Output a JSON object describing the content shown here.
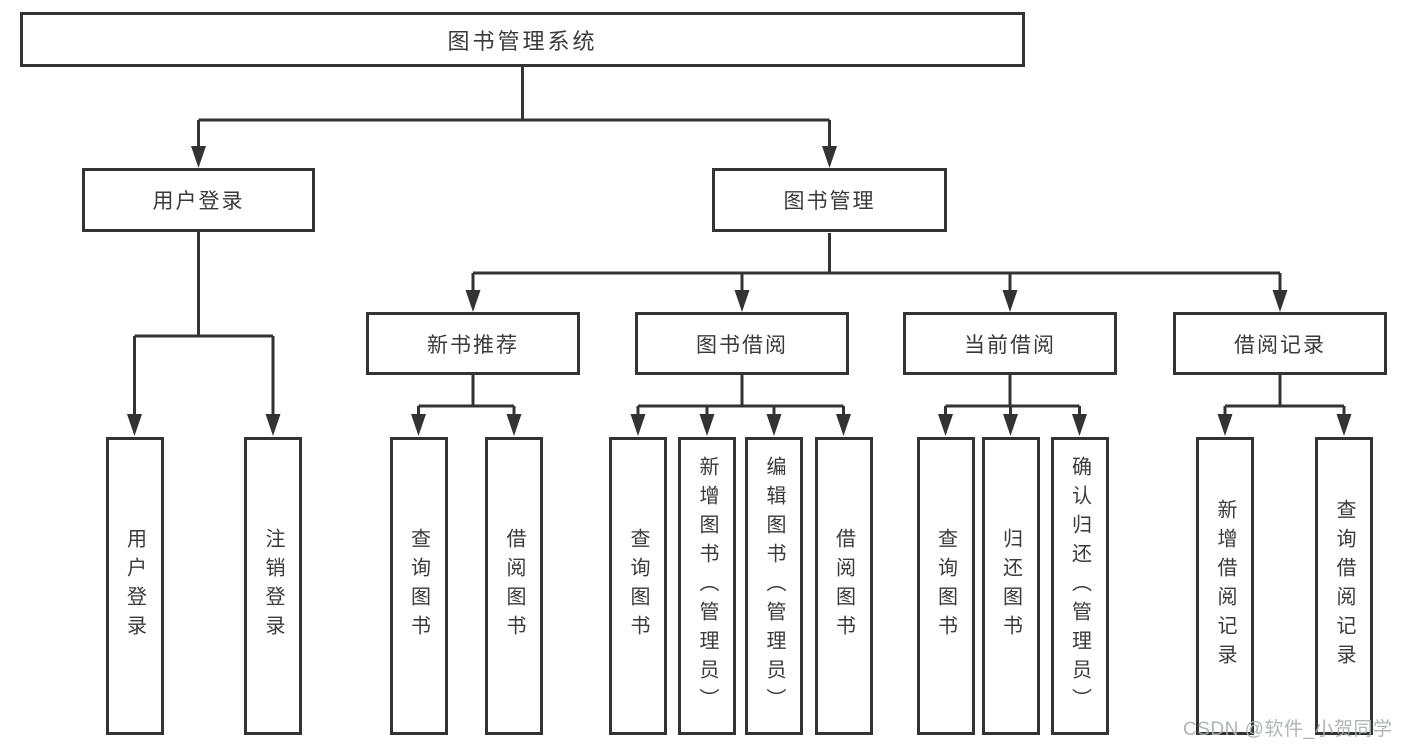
{
  "diagram": {
    "root": {
      "label": "图书管理系统"
    },
    "branches": [
      {
        "label": "用户登录",
        "children": [
          {
            "label": "用户登录"
          },
          {
            "label": "注销登录"
          }
        ]
      },
      {
        "label": "图书管理",
        "children": [
          {
            "label": "新书推荐",
            "children": [
              {
                "label": "查询图书"
              },
              {
                "label": "借阅图书"
              }
            ]
          },
          {
            "label": "图书借阅",
            "children": [
              {
                "label": "查询图书"
              },
              {
                "label": "新增图书（管理员）"
              },
              {
                "label": "编辑图书（管理员）"
              },
              {
                "label": "借阅图书"
              }
            ]
          },
          {
            "label": "当前借阅",
            "children": [
              {
                "label": "查询图书"
              },
              {
                "label": "归还图书"
              },
              {
                "label": "确认归还（管理员）"
              }
            ]
          },
          {
            "label": "借阅记录",
            "children": [
              {
                "label": "新增借阅记录"
              },
              {
                "label": "查询借阅记录"
              }
            ]
          }
        ]
      }
    ]
  },
  "watermark": {
    "text": "CSDN @软件_小贺同学"
  },
  "colors": {
    "line": "#333333",
    "text": "#3a3a3a",
    "watermark": "#abb0b5",
    "background": "#ffffff"
  }
}
